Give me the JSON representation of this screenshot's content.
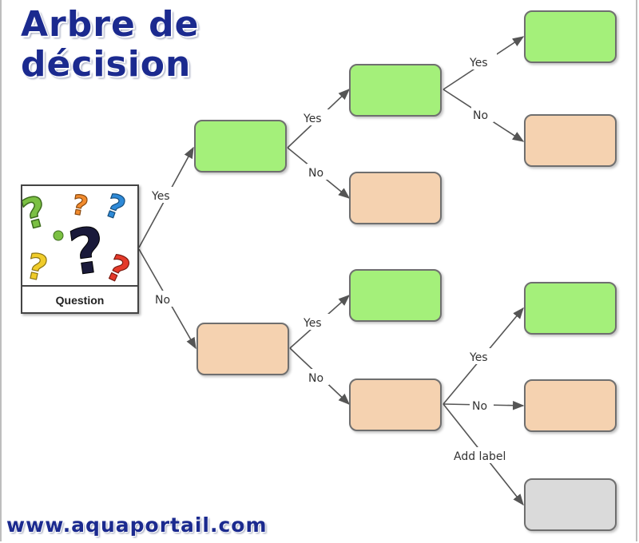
{
  "title": {
    "line1": "Arbre de",
    "line2": "décision"
  },
  "root": {
    "label": "Question",
    "icon": "question-marks-icon"
  },
  "edge_labels": {
    "root_yes": "Yes",
    "root_no": "No",
    "a_yes": "Yes",
    "a_no": "No",
    "c_yes": "Yes",
    "c_no": "No",
    "b_yes": "Yes",
    "b_no": "No",
    "g_yes": "Yes",
    "g_no": "No",
    "g_add": "Add label"
  },
  "colors": {
    "yes_node": "#a4f07a",
    "no_node": "#f5d2b0",
    "empty_node": "#dadada",
    "title": "#1b2a8f"
  },
  "footer": "www.aquaportail.com"
}
